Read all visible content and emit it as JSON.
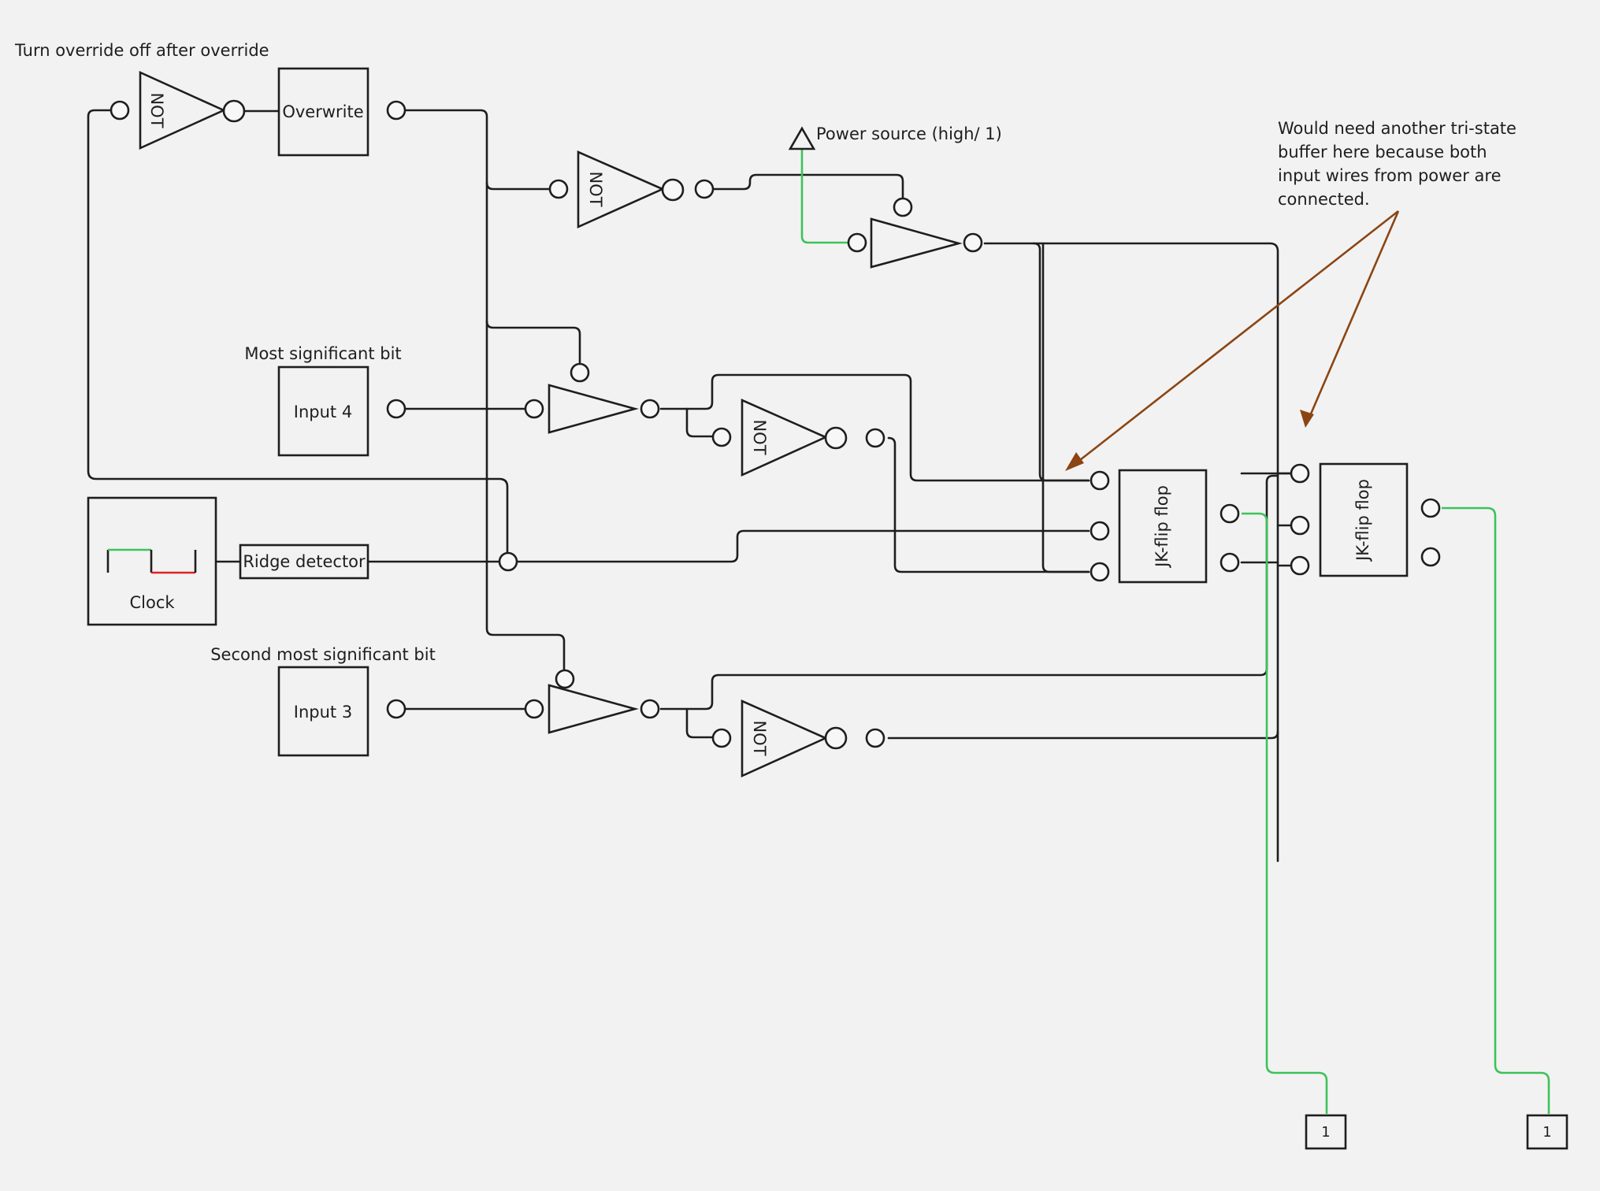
{
  "labels": {
    "override_note": "Turn override off after override",
    "msb": "Most significant bit",
    "second_msb": "Second most significant bit",
    "power_source": "Power source (high/ 1)",
    "annotation": [
      "Would need another tri-state",
      "buffer here  because both",
      "input wires from power are",
      "connected."
    ]
  },
  "blocks": {
    "overwrite": "Overwrite",
    "input4": "Input 4",
    "input3": "Input 3",
    "clock": "Clock",
    "ridge": "Ridge detector",
    "jk1": "JK-flip flop",
    "jk2": "JK-flip flop",
    "not_gate": "NOT",
    "out1": "1",
    "out2": "1"
  },
  "colors": {
    "wire": "#1e1e1e",
    "active_wire": "#3cc35a",
    "clock_low": "#e02020",
    "annotation_arrow": "#8b4513",
    "background": "#f2f2f2"
  },
  "icons": {
    "not": "not-gate-icon",
    "buffer": "tri-state-buffer-icon",
    "power": "power-source-triangle-icon",
    "clock": "clock-wave-icon"
  }
}
